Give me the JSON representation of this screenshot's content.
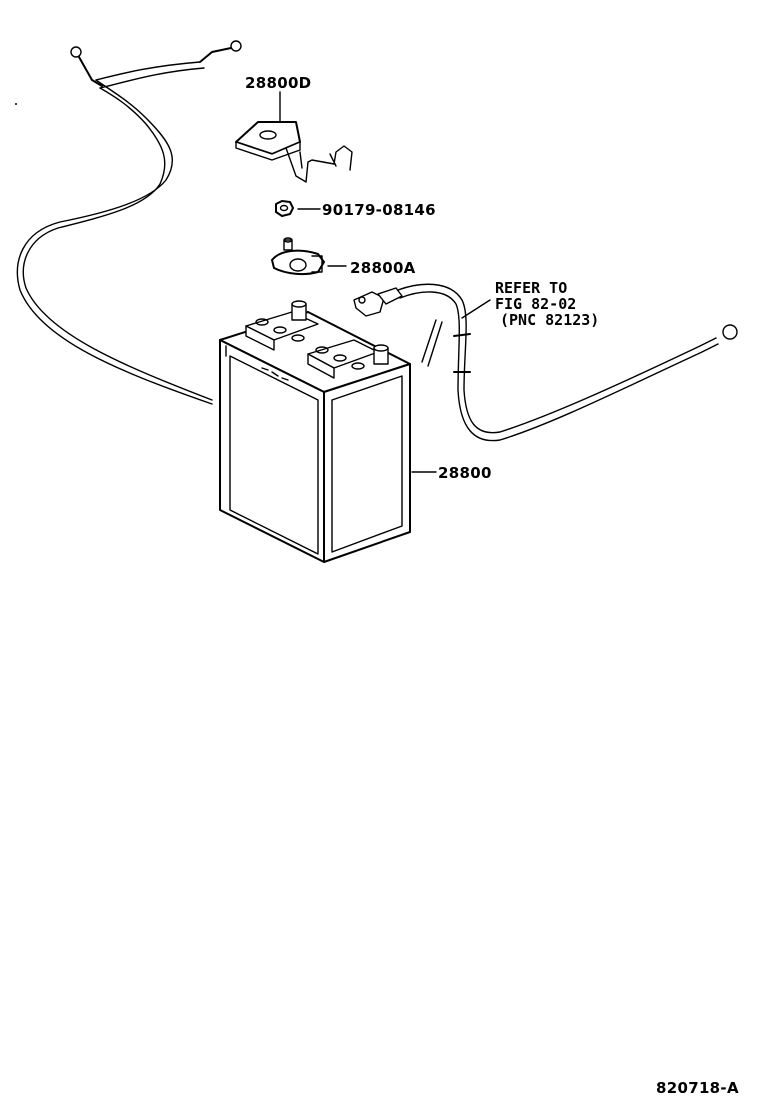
{
  "labels": {
    "hold_down_clamp": "28800D",
    "nut": "90179-08146",
    "terminal_clamp": "28800A",
    "refer_line1": "REFER TO",
    "refer_line2": "FIG 82-02",
    "refer_line3": "(PNC 82123)",
    "battery": "28800",
    "diagram_code": "820718-A"
  },
  "colors": {
    "line": "#000000",
    "background": "#ffffff"
  }
}
